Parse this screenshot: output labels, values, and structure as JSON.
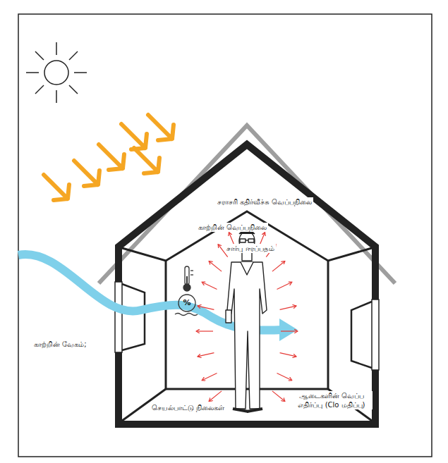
{
  "diagram": {
    "labels": [
      "சராசரி கதிர்வீச்சு வெப்பநிலை",
      "காற்றின் வெப்பநிலை",
      "%",
      "சார்பு ஈரப்பதம்",
      "காற்றின் வேகம்;",
      "ஆடைகளின் வெப்ப எதிர்ப்பு (Clo மதிப்பு)",
      "செயல்பாட்டு நிலைகள்"
    ]
  }
}
